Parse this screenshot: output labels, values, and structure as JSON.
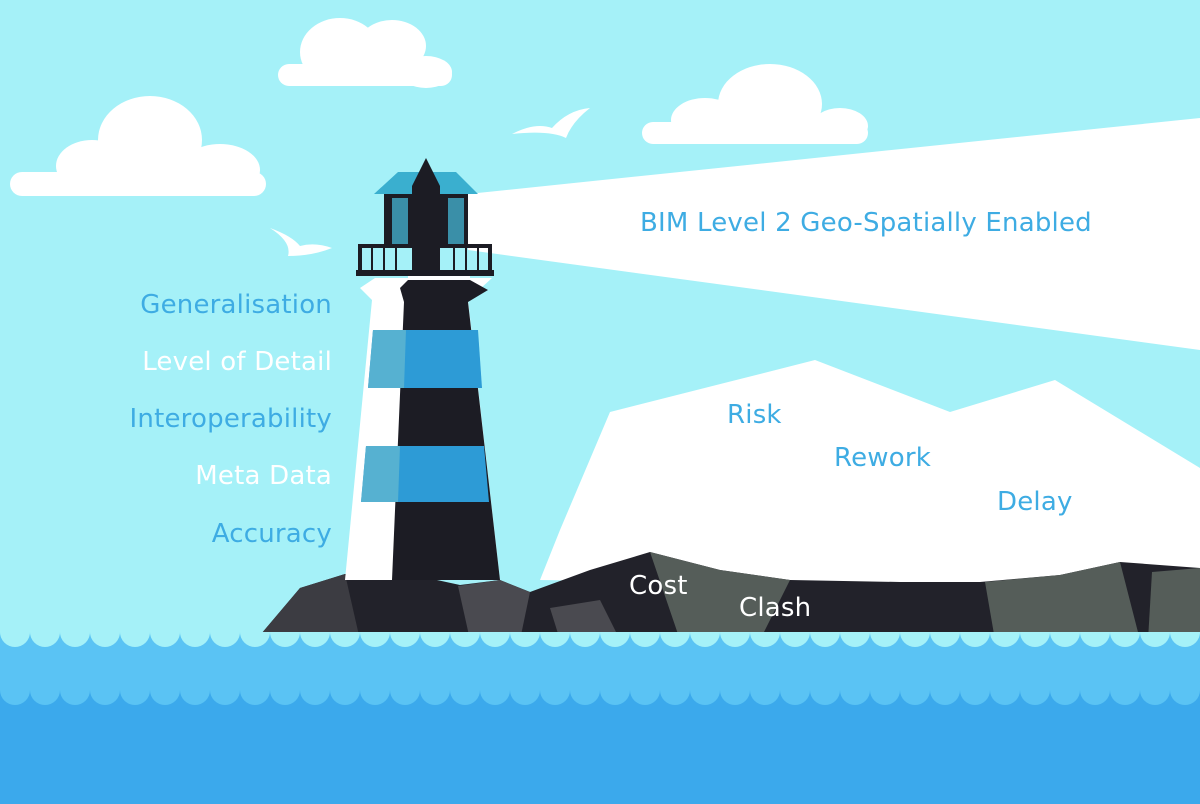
{
  "beam": {
    "title": "BIM Level 2 Geo-Spatially Enabled"
  },
  "lighthouse_labels": [
    {
      "text": "Generalisation",
      "tone": "blue"
    },
    {
      "text": "Level of Detail",
      "tone": "white"
    },
    {
      "text": "Interoperability",
      "tone": "blue"
    },
    {
      "text": "Meta Data",
      "tone": "white"
    },
    {
      "text": "Accuracy",
      "tone": "blue"
    }
  ],
  "iceberg_labels": [
    "Risk",
    "Rework",
    "Delay"
  ],
  "rock_labels": [
    "Cost",
    "Clash"
  ],
  "colors": {
    "sky": "#a5f1f8",
    "label_blue": "#3eace3",
    "white": "#ffffff",
    "tower_dark": "#1c1c24",
    "tower_stripe": "#2d9bd6",
    "sea_top": "#5ac3f4",
    "sea_bottom": "#3ba9ec",
    "rock": "#555d59"
  }
}
